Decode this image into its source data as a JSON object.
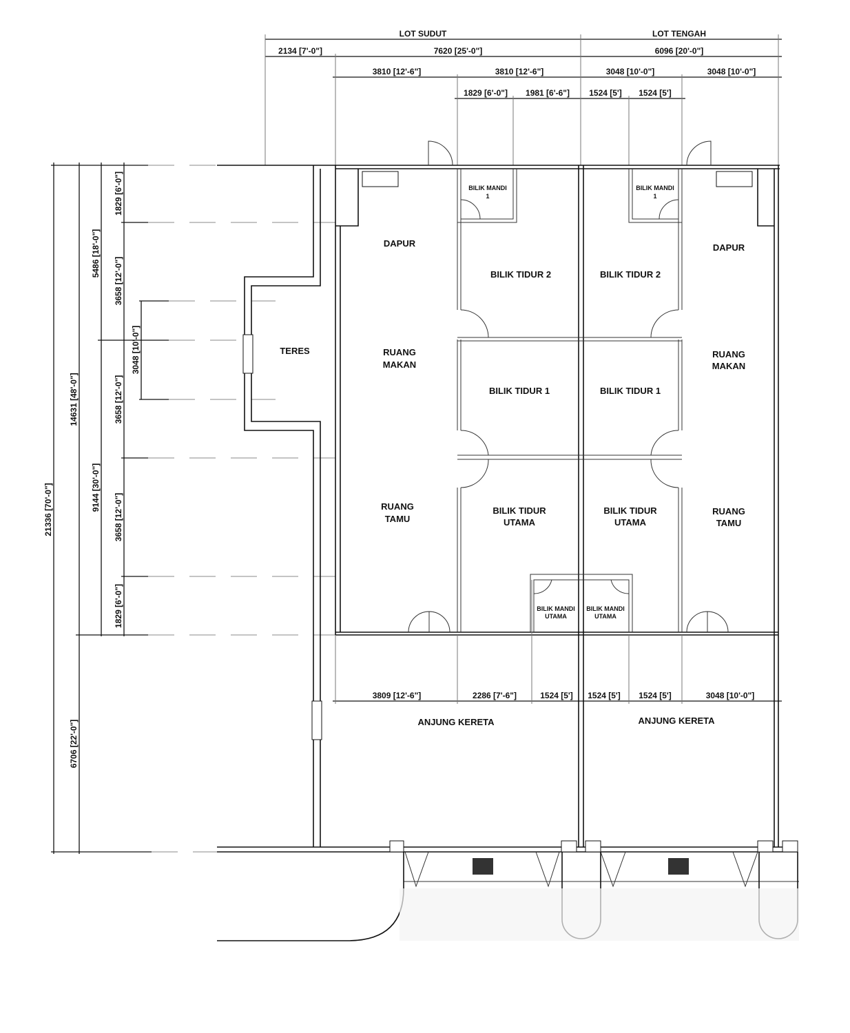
{
  "top_dims": {
    "lot_sudut": "LOT SUDUT",
    "lot_tengah": "LOT TENGAH",
    "row2": [
      "2134 [7'-0\"]",
      "7620 [25'-0\"]",
      "6096 [20'-0\"]"
    ],
    "row3": [
      "3810 [12'-6\"]",
      "3810 [12'-6\"]",
      "3048 [10'-0\"]",
      "3048 [10'-0\"]"
    ],
    "row4": [
      "1829 [6'-0\"]",
      "1981 [6'-6\"]",
      "1524 [5']",
      "1524 [5']"
    ]
  },
  "bottom_dims": [
    "3809 [12'-6\"]",
    "2286 [7'-6\"]",
    "1524 [5']",
    "1524 [5']",
    "1524 [5']",
    "3048 [10'-0\"]"
  ],
  "left_dims": {
    "total": "21336 [70'-0\"]",
    "house": "14631 [48'-0\"]",
    "porch": "6706 [22'-0\"]",
    "upper": "5486 [18'-0\"]",
    "lower": "9144 [30'-0\"]",
    "seg": [
      "1829 [6'-0\"]",
      "3658 [12'-0\"]",
      "3658 [12'-0\"]",
      "3658 [12'-0\"]",
      "1829 [6'-0\"]"
    ],
    "teres": "3048 [10'-0\"]"
  },
  "rooms": {
    "dapur": "DAPUR",
    "ruang": "RUANG",
    "makan": "MAKAN",
    "tamu": "TAMU",
    "bilik_tidur_2": "BILIK TIDUR 2",
    "bilik_tidur_1": "BILIK TIDUR 1",
    "bilik_tidur": "BILIK TIDUR",
    "utama": "UTAMA",
    "bilik_mandi": "BILIK MANDI",
    "bilik_mandi_no": "1",
    "teres": "TERES",
    "anjung_kereta": "ANJUNG KERETA"
  }
}
